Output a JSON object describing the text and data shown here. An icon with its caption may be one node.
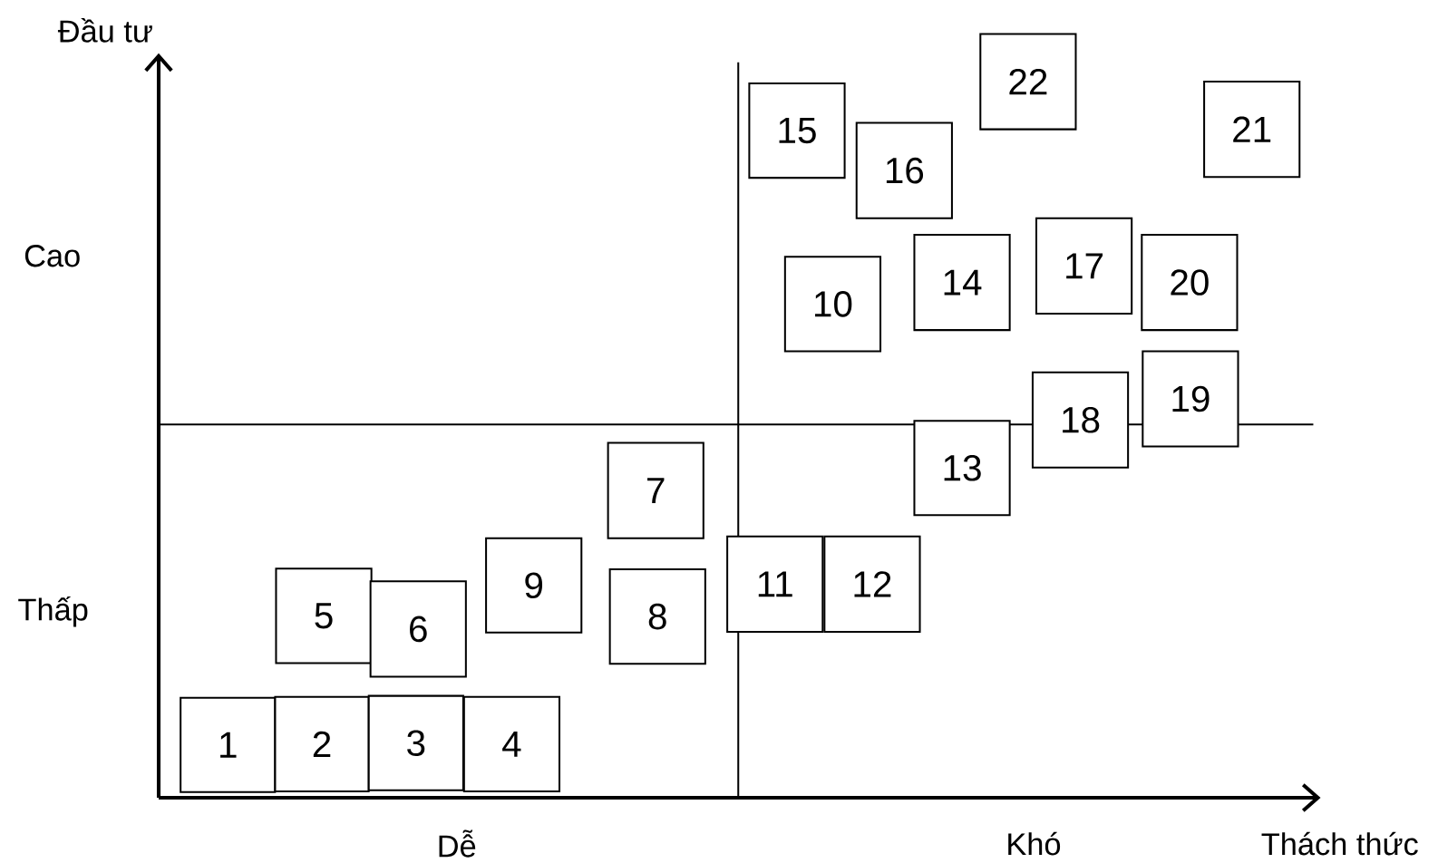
{
  "diagram": {
    "nodes": [
      {
        "text": [
          "1"
        ]
      },
      {
        "text": [
          "2"
        ]
      },
      {
        "text": [
          "3"
        ]
      },
      {
        "text": [
          "4"
        ]
      },
      {
        "text": [
          "5"
        ]
      },
      {
        "text": [
          "6"
        ]
      },
      {
        "text": [
          "7"
        ]
      },
      {
        "text": [
          "8"
        ]
      },
      {
        "text": [
          "9"
        ]
      },
      {
        "text": [
          "10"
        ]
      },
      {
        "text": [
          "11"
        ]
      },
      {
        "text": [
          "12"
        ]
      },
      {
        "text": [
          "13"
        ]
      },
      {
        "text": [
          "14"
        ]
      },
      {
        "text": [
          "15"
        ]
      },
      {
        "text": [
          "16"
        ]
      },
      {
        "text": [
          "17"
        ]
      },
      {
        "text": [
          "18"
        ]
      },
      {
        "text": [
          "19"
        ]
      },
      {
        "text": [
          "20"
        ]
      },
      {
        "text": [
          "21"
        ]
      },
      {
        "text": [
          "22"
        ]
      }
    ],
    "labels": [
      "Đầu tư",
      "Cao",
      "Thấp",
      "Dễ",
      "Khó",
      "Thách thức"
    ]
  }
}
